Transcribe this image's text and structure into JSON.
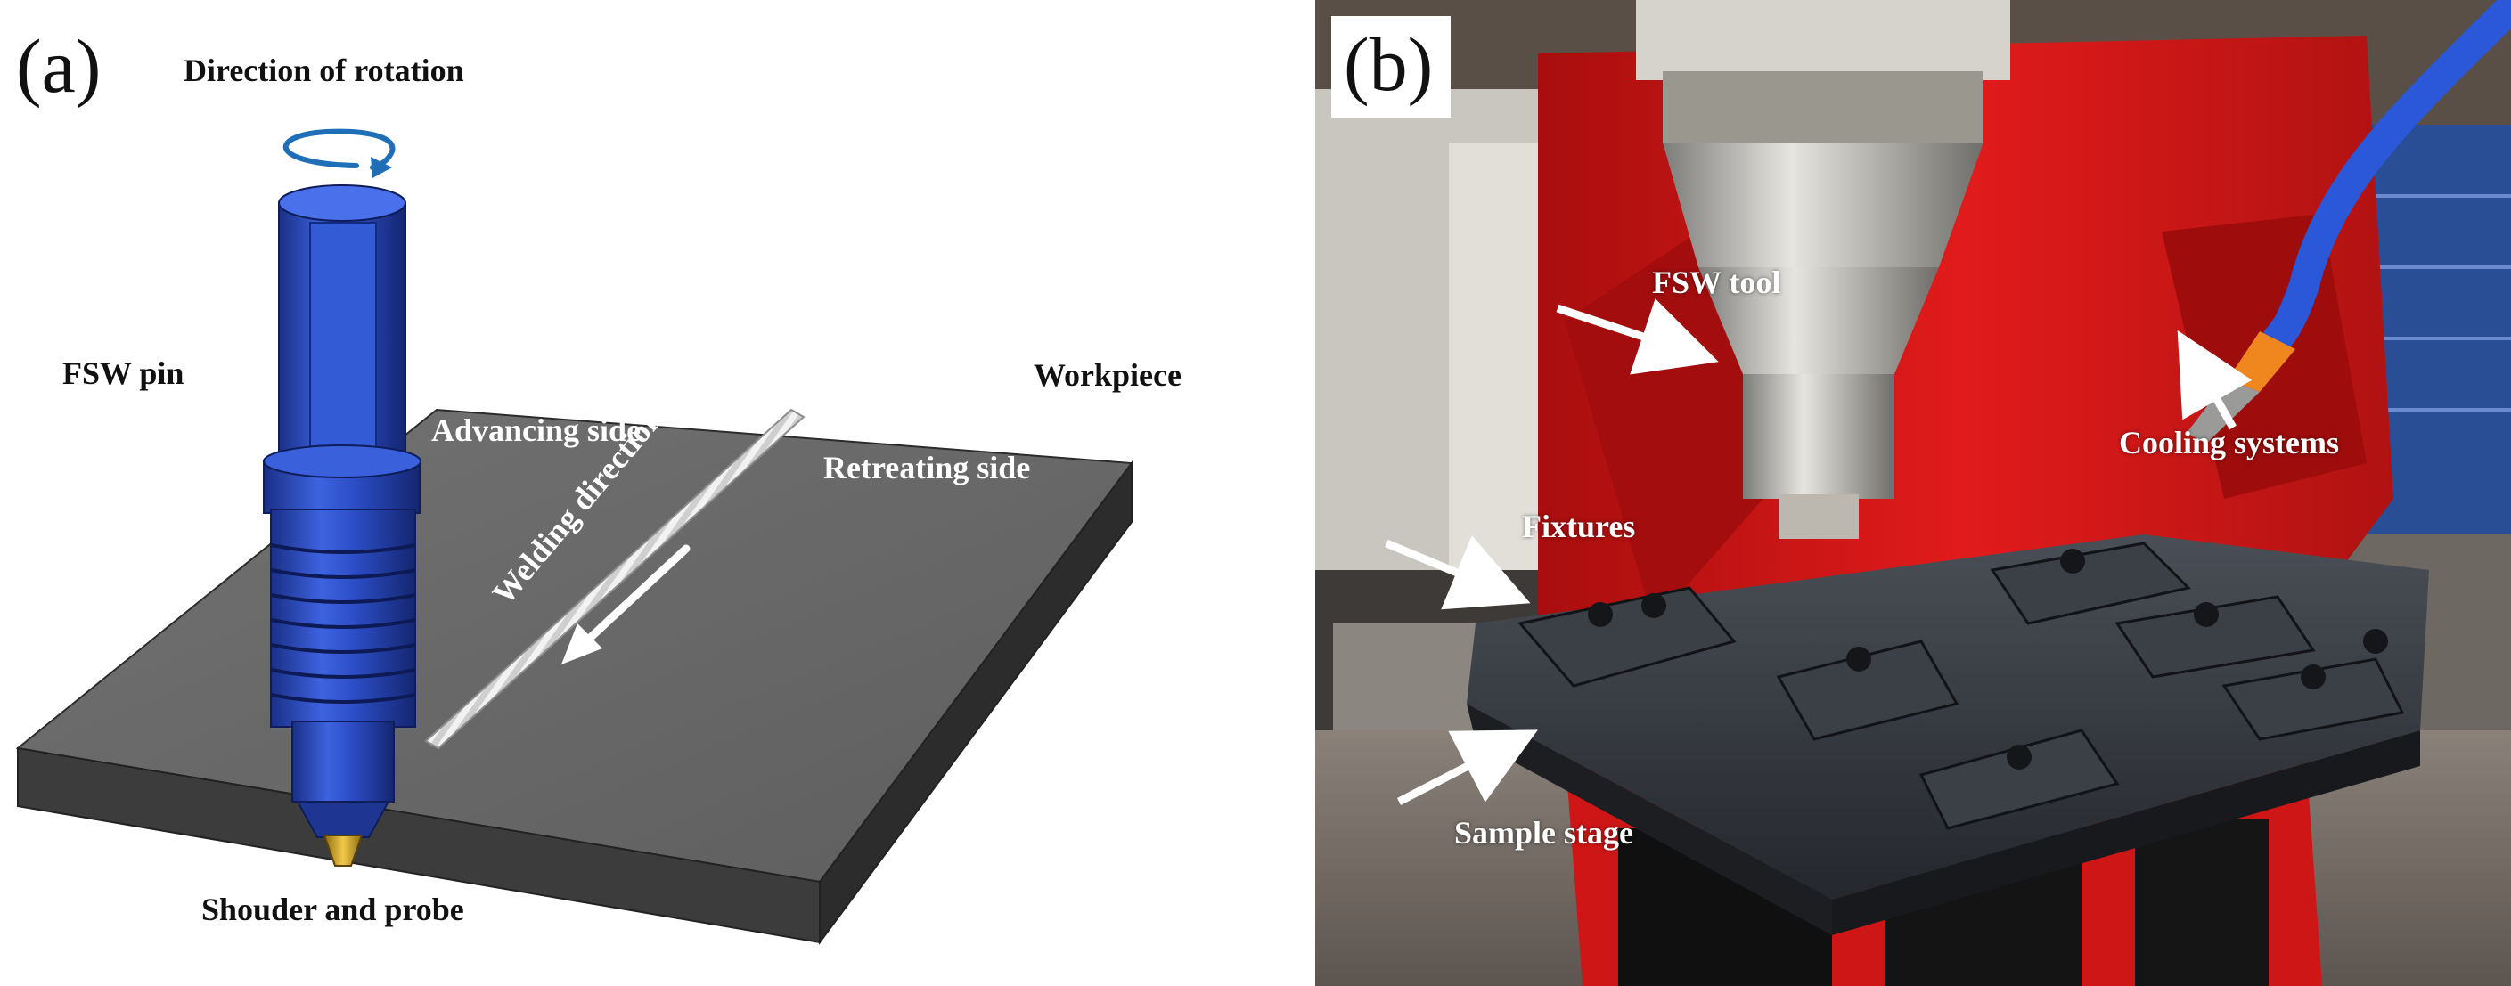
{
  "panel_a": {
    "letter": "(a)",
    "labels": {
      "direction_of_rotation": "Direction of rotation",
      "fsw_pin": "FSW pin",
      "workpiece": "Workpiece",
      "advancing_side": "Advancing side",
      "retreating_side": "Retreating side",
      "welding_direction": "Welding direction",
      "shoulder_and_probe": "Shouder and probe"
    },
    "colors": {
      "tool_blue": "#2f4fc4",
      "plate_top": "#6b6b6b",
      "plate_side": "#3a3a3a",
      "rotation_arrow": "#1f6fb8"
    }
  },
  "panel_b": {
    "letter": "(b)",
    "labels": {
      "fsw_tool": "FSW tool",
      "cooling_systems": "Cooling systems",
      "fixtures": "Fixtures",
      "sample_stage": "Sample stage"
    },
    "colors": {
      "machine_red": "#d41818",
      "stage_dark": "#2e3238",
      "coolant_hose": "#2a58d8",
      "nozzle_orange": "#f0861e"
    }
  }
}
